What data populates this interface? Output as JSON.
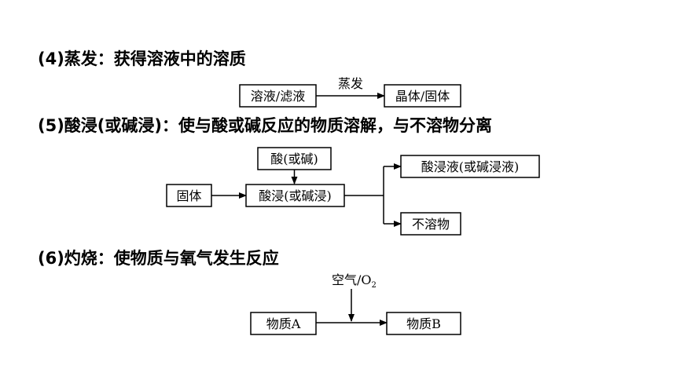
{
  "sections": [
    {
      "heading": "(4)蒸发：获得溶液中的溶质",
      "input": "溶液/滤液",
      "process_label": "蒸发",
      "output": "晶体/固体"
    },
    {
      "heading": "(5)酸浸(或碱浸)：使与酸或碱反应的物质溶解，与不溶物分离",
      "reagent": "酸(或碱)",
      "input": "固体",
      "process": "酸浸(或碱浸)",
      "output_top": "酸浸液(或碱浸液)",
      "output_bottom": "不溶物"
    },
    {
      "heading": "(6)灼烧：使物质与氧气发生反应",
      "reagent": "空气/O",
      "reagent_subscript": "2",
      "input": "物质A",
      "output": "物质B"
    }
  ]
}
